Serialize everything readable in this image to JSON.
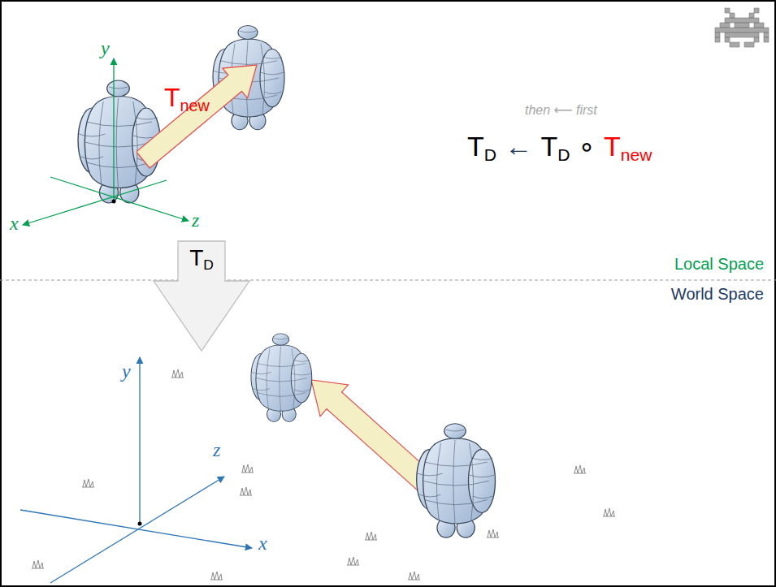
{
  "diagram": {
    "nodes": [
      {
        "text": [
          "T",
          "new"
        ]
      },
      {
        "text": [
          "T",
          "D"
        ]
      }
    ],
    "labels": [
      "y",
      "x",
      "z",
      "then ⟵ first",
      "T",
      "D",
      "←",
      "T",
      "D",
      "∘",
      "T",
      "new",
      "Local Space",
      "World Space",
      "y",
      "z",
      "x"
    ]
  }
}
